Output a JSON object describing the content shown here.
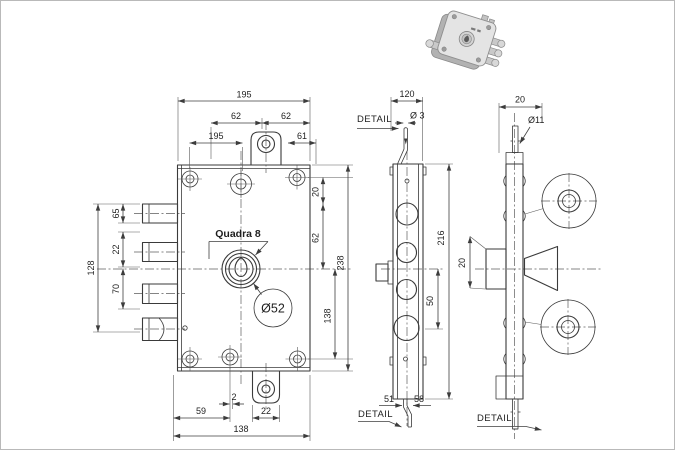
{
  "front_view": {
    "label": "Quadra 8",
    "cylinder_dia": "Ø52",
    "dims": {
      "top_width": "195",
      "top_62_left": "62",
      "top_62_right": "62",
      "top_inner": "195",
      "top_61": "61",
      "left_65": "65",
      "left_22": "22",
      "left_70": "70",
      "left_128": "128",
      "right_20": "20",
      "right_62": "62",
      "right_138": "138",
      "right_238": "238",
      "bottom_2": "2",
      "bottom_59": "59",
      "bottom_22": "22",
      "bottom_138": "138"
    }
  },
  "side_view": {
    "detail_top": "DETAIL",
    "detail_bottom": "DETAIL",
    "dims": {
      "top_120": "120",
      "rod_dia": "Ø 3",
      "height_216": "216",
      "height_50": "50",
      "bottom_51": "51",
      "bottom_58": "58"
    }
  },
  "edge_view": {
    "detail_bottom": "DETAIL",
    "dims": {
      "top_20": "20",
      "pin_dia": "Ø11",
      "block_20": "20"
    }
  },
  "colors": {
    "line": "#3a3a3a",
    "iso_body": "#e4e4e4",
    "iso_side": "#b2b2b2"
  }
}
